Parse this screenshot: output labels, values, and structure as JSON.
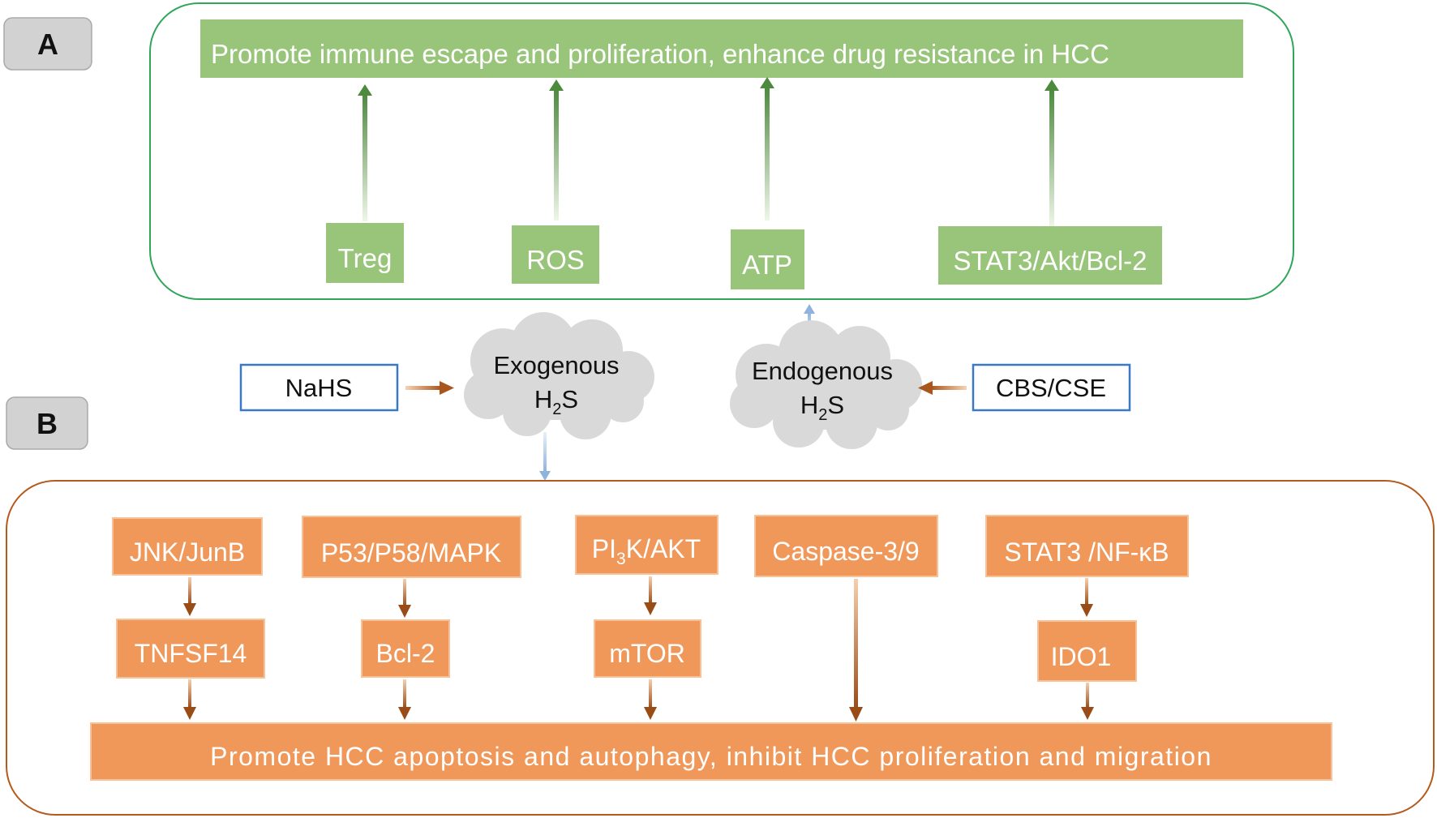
{
  "panels": {
    "a_label": "A",
    "b_label": "B"
  },
  "panel_a": {
    "outcome": "Promote immune escape and proliferation,  enhance drug resistance in HCC",
    "factors": [
      "Treg",
      "ROS",
      "ATP",
      "STAT3/Akt/Bcl-2"
    ]
  },
  "middle": {
    "nahs": "NaHS",
    "cbs": "CBS/CSE",
    "exo": {
      "line1": "Exogenous",
      "h": "H",
      "sub": "2",
      "s": "S"
    },
    "endo": {
      "line1": "Endogenous",
      "h": "H",
      "sub": "2",
      "s": "S"
    }
  },
  "panel_b": {
    "jnk": "JNK/JunB",
    "p53": "P53/P58/MAPK",
    "pi3k": {
      "a": "PI",
      "sub": "3",
      "b": "K/AKT"
    },
    "caspase": "Caspase-3/9",
    "stat3": "STAT3 /NF-κB",
    "tnfsf14": "TNFSF14",
    "bcl2": "Bcl-2",
    "mtor": "mTOR",
    "ido1": "IDO1",
    "outcome": "Promote HCC apoptosis and autophagy, inhibit HCC proliferation and migration"
  },
  "colors": {
    "green": "#98c57a",
    "green_border": "#2fa65a",
    "orange": "#f0985a",
    "orange_border": "#b55a1e",
    "blue_border": "#3b79c4",
    "cloud": "#d9d9d9"
  }
}
